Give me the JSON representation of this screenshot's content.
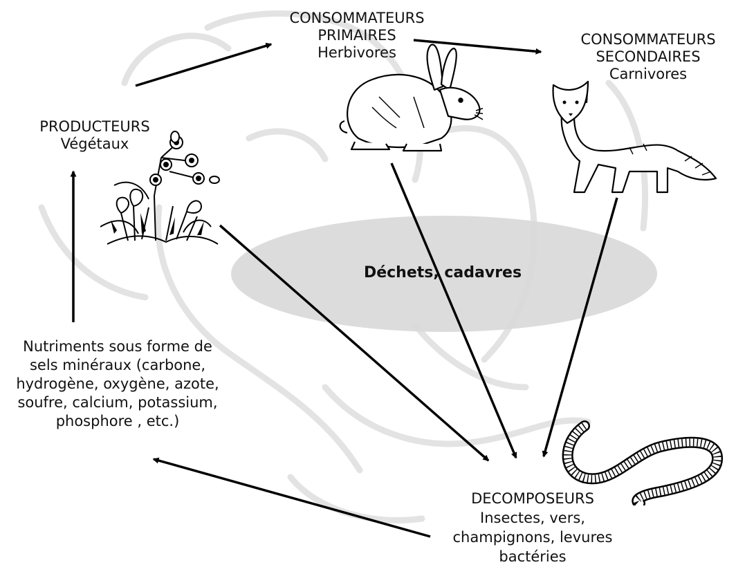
{
  "producers": {
    "title": "PRODUCTEURS",
    "subtitle": "Végétaux"
  },
  "primary_consumers": {
    "line1": "CONSOMMATEURS",
    "line2": "PRIMAIRES",
    "subtitle": "Herbivores"
  },
  "secondary_consumers": {
    "line1": "CONSOMMATEURS",
    "line2": "SECONDAIRES",
    "subtitle": "Carnivores"
  },
  "waste": {
    "label": "Déchets,  cadavres"
  },
  "nutrients": {
    "lines": [
      "Nutriments sous forme de",
      "sels minéraux (carbone,",
      "hydrogène, oxygène, azote,",
      "soufre, calcium, potassium,",
      "phosphore , etc.)"
    ]
  },
  "decomposers": {
    "title": "DECOMPOSEURS",
    "lines": [
      "Insectes, vers,",
      "champignons, levures",
      "bactéries"
    ]
  },
  "icons": [
    "plant-icon",
    "rabbit-icon",
    "fox-icon",
    "worm-icon"
  ],
  "colors": {
    "ellipse": "#d9d9d9",
    "arrow": "#000000",
    "watermark": "#e3e3e3"
  }
}
